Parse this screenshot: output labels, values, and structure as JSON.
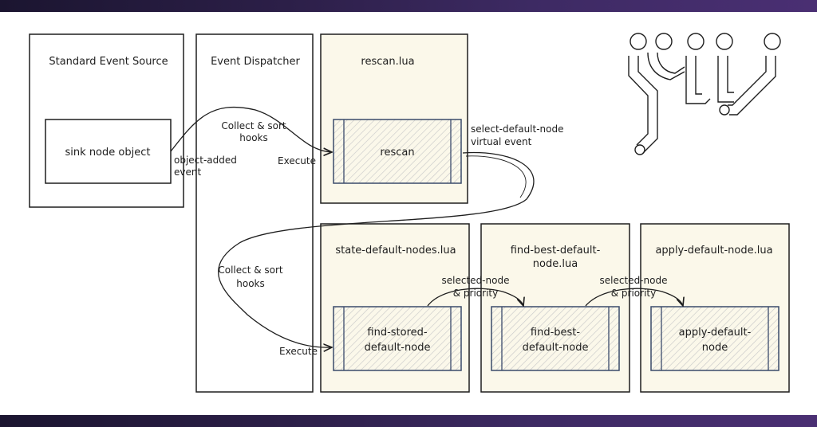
{
  "diagram": {
    "columns": {
      "source": "Standard Event Source",
      "dispatcher": "Event Dispatcher",
      "rescan_script": "rescan.lua",
      "state_script": "state-default-nodes.lua",
      "find_script_line1": "find-best-default-",
      "find_script_line2": "node.lua",
      "apply_script": "apply-default-node.lua"
    },
    "nodes": {
      "sink_object": "sink node object",
      "rescan_hook": "rescan",
      "find_stored_line1": "find-stored-",
      "find_stored_line2": "default-node",
      "find_best_line1": "find-best-",
      "find_best_line2": "default-node",
      "apply_default_line1": "apply-default-",
      "apply_default_line2": "node"
    },
    "labels": {
      "object_added_line1": "object-added",
      "object_added_line2": "event",
      "collect_sort_1_line1": "Collect & sort",
      "collect_sort_1_line2": "hooks",
      "execute_1": "Execute",
      "select_default_line1": "select-default-node",
      "select_default_line2": "virtual event",
      "collect_sort_2_line1": "Collect & sort",
      "collect_sort_2_line2": "hooks",
      "execute_2": "Execute",
      "selected_node_1_line1": "selected-node",
      "selected_node_1_line2": "& priority",
      "selected_node_2_line1": "selected-node",
      "selected_node_2_line2": "& priority"
    },
    "colors": {
      "script_fill": "#fbf8ea",
      "hook_stroke": "#3a4a6b",
      "hatch": "#c9c9c9",
      "line": "#1e1e1e",
      "band": "#2c1f48"
    }
  }
}
